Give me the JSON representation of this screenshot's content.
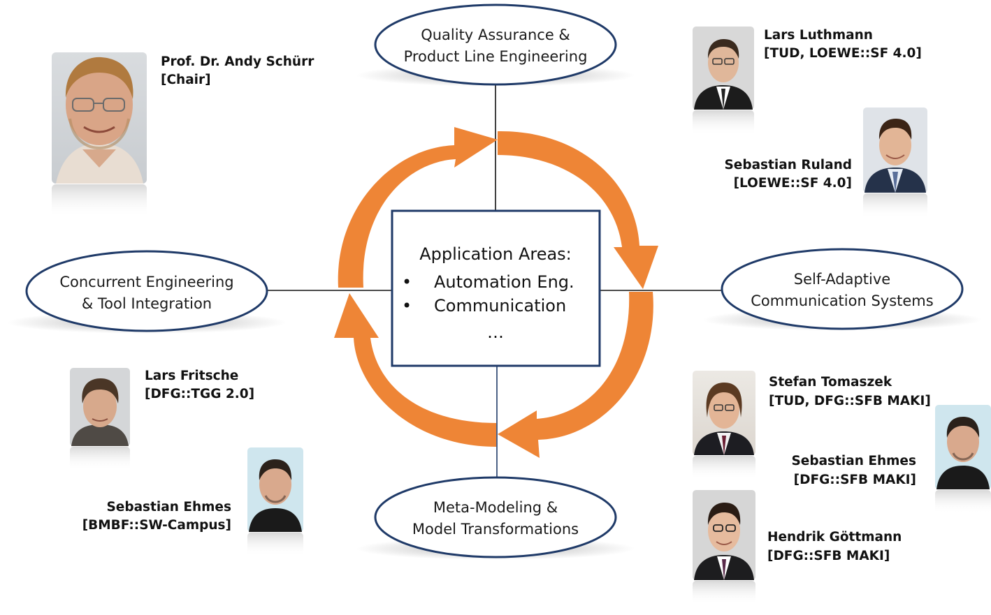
{
  "center": {
    "title": "Application Areas:",
    "items": [
      "Automation Eng.",
      "Communication"
    ],
    "bullet": "•",
    "ellipsis": "…"
  },
  "areas": {
    "top": [
      "Quality Assurance &",
      "Product Line Engineering"
    ],
    "left": [
      "Concurrent Engineering",
      "& Tool Integration"
    ],
    "right": [
      "Self-Adaptive",
      "Communication Systems"
    ],
    "bottom": [
      "Meta-Modeling &",
      "Model Transformations"
    ]
  },
  "people": {
    "schuerr": [
      "Prof. Dr. Andy Schürr",
      "[Chair]"
    ],
    "luthmann": [
      "Lars Luthmann",
      "[TUD, LOEWE::SF 4.0]"
    ],
    "ruland": [
      "Sebastian Ruland",
      "[LOEWE::SF 4.0]"
    ],
    "fritsche": [
      "Lars Fritsche",
      "[DFG::TGG 2.0]"
    ],
    "ehmes_left": [
      "Sebastian Ehmes",
      "[BMBF::SW-Campus]"
    ],
    "tomaszek": [
      "Stefan Tomaszek",
      "[TUD, DFG::SFB MAKI]"
    ],
    "ehmes_right": [
      "Sebastian Ehmes",
      "[DFG::SFB MAKI]"
    ],
    "goettmann": [
      "Hendrik Göttmann",
      "[DFG::SFB MAKI]"
    ]
  },
  "colors": {
    "ellipse_stroke": "#1f3a68",
    "box_stroke": "#1f3a68",
    "cycle_arrows": "#ee8536",
    "connector": "#111111"
  }
}
